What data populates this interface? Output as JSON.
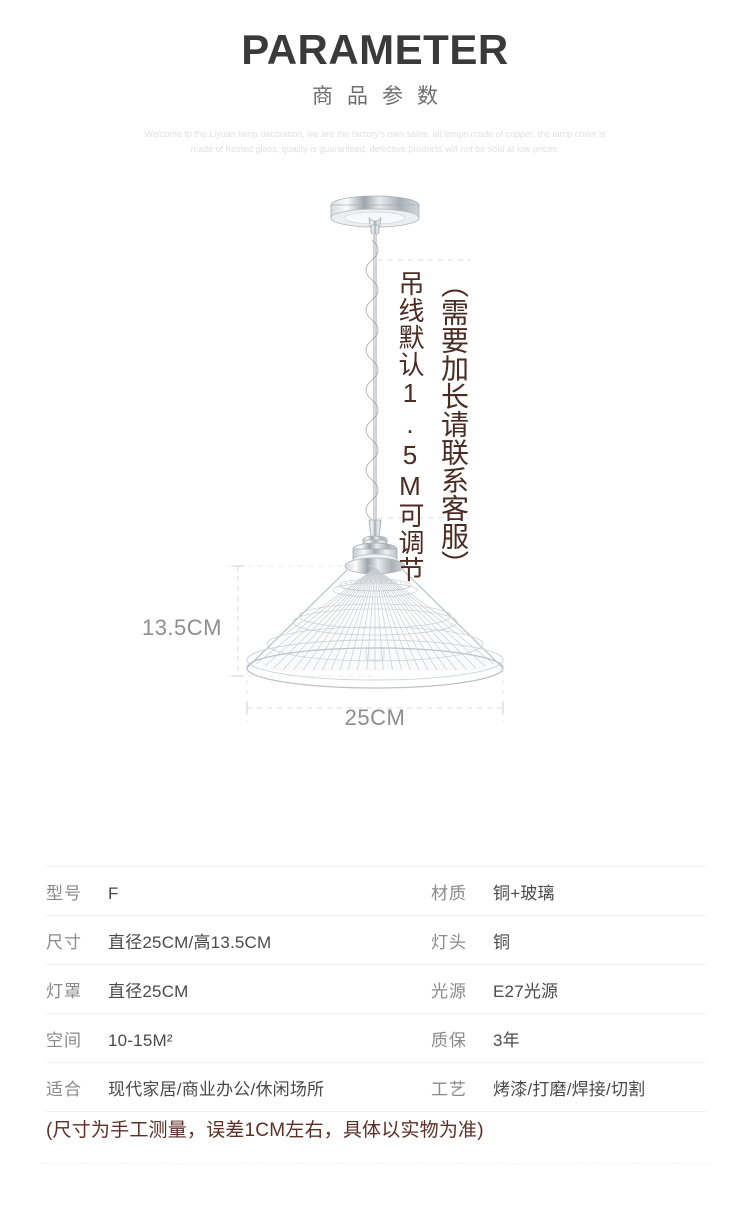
{
  "header": {
    "title_en": "PARAMETER",
    "title_cn": "商品参数",
    "subtitle_en": "Welcome to the Liyuan lamp decoration, we are the factory's own sales, all lamps made of copper, the lamp cover is made of frosted glass, quality is guaranteed, defective products will not be sold at low prices."
  },
  "illustration": {
    "cord_note": "吊线默认1.5M可调节",
    "cord_note_secondary": "（需要加长请联系客服）",
    "height_label": "13.5CM",
    "width_label": "25CM",
    "colors": {
      "annotation_text": "#4b2b22",
      "dimension_text": "#8e8e8e",
      "dimension_line": "#dcdcdc",
      "metal": "#b9bec4"
    }
  },
  "spec_table": {
    "rows": [
      {
        "left": {
          "key": "型号",
          "value": "F"
        },
        "right": {
          "key": "材质",
          "value": "铜+玻璃"
        }
      },
      {
        "left": {
          "key": "尺寸",
          "value": "直径25CM/高13.5CM"
        },
        "right": {
          "key": "灯头",
          "value": "铜"
        }
      },
      {
        "left": {
          "key": "灯罩",
          "value": "直径25CM"
        },
        "right": {
          "key": "光源",
          "value": "E27光源"
        }
      },
      {
        "left": {
          "key": "空间",
          "value": "10-15M²"
        },
        "right": {
          "key": "质保",
          "value": "3年"
        }
      },
      {
        "left": {
          "key": "适合",
          "value": "现代家居/商业办公/休闲场所"
        },
        "right": {
          "key": "工艺",
          "value": "烤漆/打磨/焊接/切割"
        }
      }
    ]
  },
  "footer": {
    "note": "(尺寸为手工测量，误差1CM左右，具体以实物为准)",
    "note_color": "#5d2f25"
  }
}
